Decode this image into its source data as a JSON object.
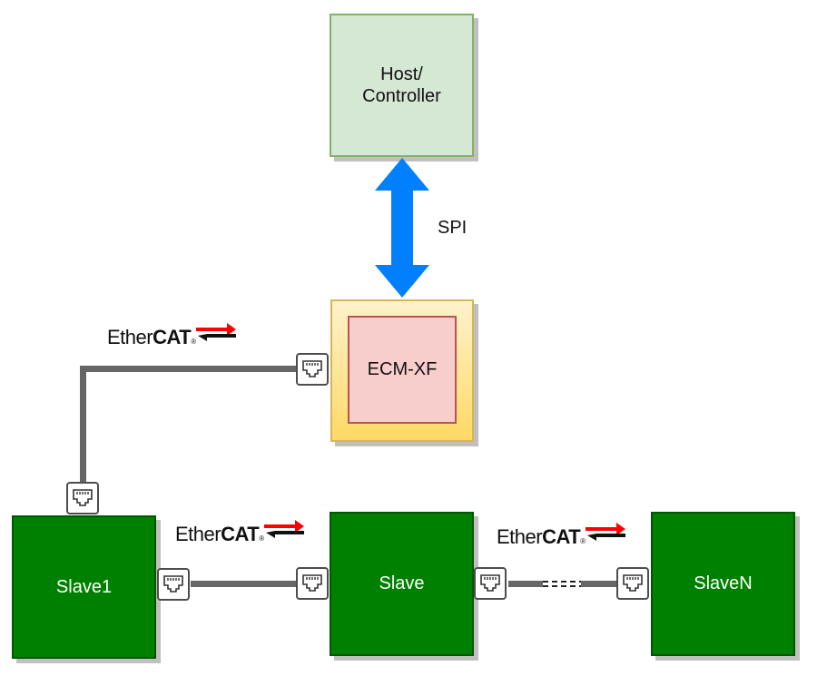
{
  "nodes": {
    "host": {
      "line1": "Host/",
      "line2": "Controller"
    },
    "ecm": {
      "label": "ECM-XF"
    },
    "slave1": {
      "label": "Slave1"
    },
    "slave": {
      "label": "Slave"
    },
    "slaveN": {
      "label": "SlaveN"
    }
  },
  "links": {
    "spi": {
      "label": "SPI"
    },
    "ethercat_logo": {
      "regular": "Ether",
      "bold": "CAT",
      "mark": "®"
    }
  },
  "colors": {
    "host_fill": "#d5e8d4",
    "host_border": "#82b366",
    "ecm_outer_fill": "#fff2cc",
    "ecm_inner_fill": "#f8cecc",
    "slave_fill": "#008000",
    "spi_arrow": "#007fff",
    "cable": "#666666",
    "ethercat_red": "#ff0000"
  }
}
